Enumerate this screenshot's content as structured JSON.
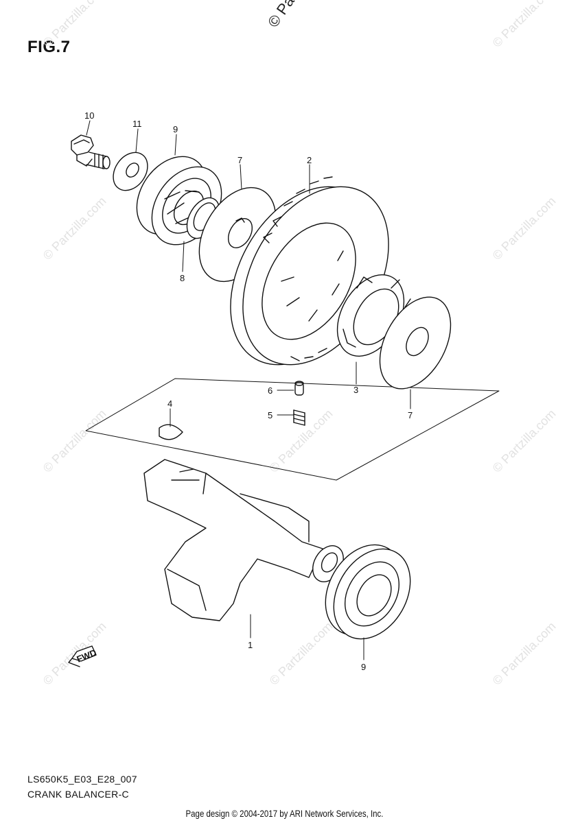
{
  "figure": {
    "title": "FIG.7"
  },
  "watermark": {
    "text": "© Partzilla.com"
  },
  "callouts": {
    "c1": "1",
    "c2": "2",
    "c3": "3",
    "c4": "4",
    "c5": "5",
    "c6": "6",
    "c7a": "7",
    "c7b": "7",
    "c8": "8",
    "c9a": "9",
    "c9b": "9",
    "c10": "10",
    "c11": "11"
  },
  "fwd_badge": {
    "text": "FWD"
  },
  "caption": {
    "code": "LS650K5_E03_E28_007",
    "name": "CRANK BALANCER-C"
  },
  "footer": {
    "text": "Page design © 2004-2017 by ARI Network Services, Inc."
  },
  "colors": {
    "line": "#111111",
    "watermark": "#e2e2e2",
    "background": "#ffffff"
  }
}
